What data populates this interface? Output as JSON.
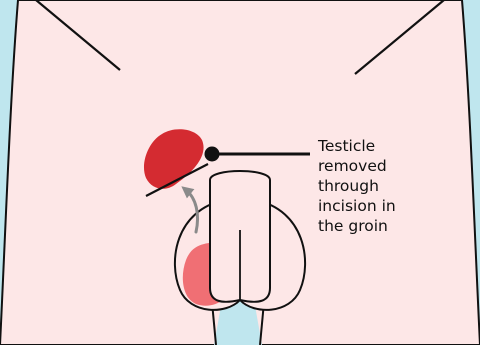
{
  "callout": {
    "lines": [
      "Testicle",
      "removed",
      "through",
      "incision in",
      "the groin"
    ]
  },
  "colors": {
    "background": "#bfe6ee",
    "skin": "#fde7e7",
    "outline": "#111111",
    "removed_testicle": "#d42b31",
    "remaining_testicle": "#f06f74",
    "arrow": "#8a8a8a"
  },
  "icons": {
    "arrow": "curved-arrow-up-icon",
    "pointer": "callout-dot-icon"
  }
}
